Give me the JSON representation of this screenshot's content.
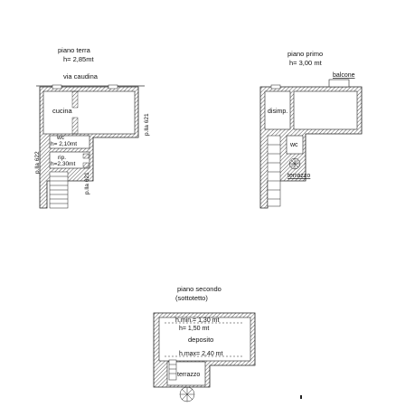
{
  "plan_terra": {
    "title": "piano terra",
    "height": "h= 2,85mt",
    "street": "via caudina",
    "room_cucina": "cucina",
    "room_wc": "wc",
    "wc_height": "h= 2,10mt",
    "room_rip": "rip.",
    "rip_height": "h=2,30mt",
    "plot_right": "p.lla 621",
    "plot_left": "p.lla 622",
    "plot_bottom": "p.lla 621"
  },
  "plan_primo": {
    "title": "piano primo",
    "height": "h= 3,00 mt",
    "balcony": "balcone",
    "room_disimp": "disimp.",
    "room_wc": "wc",
    "terrace": "terrazzo"
  },
  "plan_secondo": {
    "title": "piano secondo",
    "subtitle": "(sottotetto)",
    "hmin": "h.min.= 1,30 mt",
    "hmid": "h= 1,50 mt",
    "room": "deposito",
    "hmax": "h.max= 2,40 mt",
    "terrace": "terrazzo"
  }
}
